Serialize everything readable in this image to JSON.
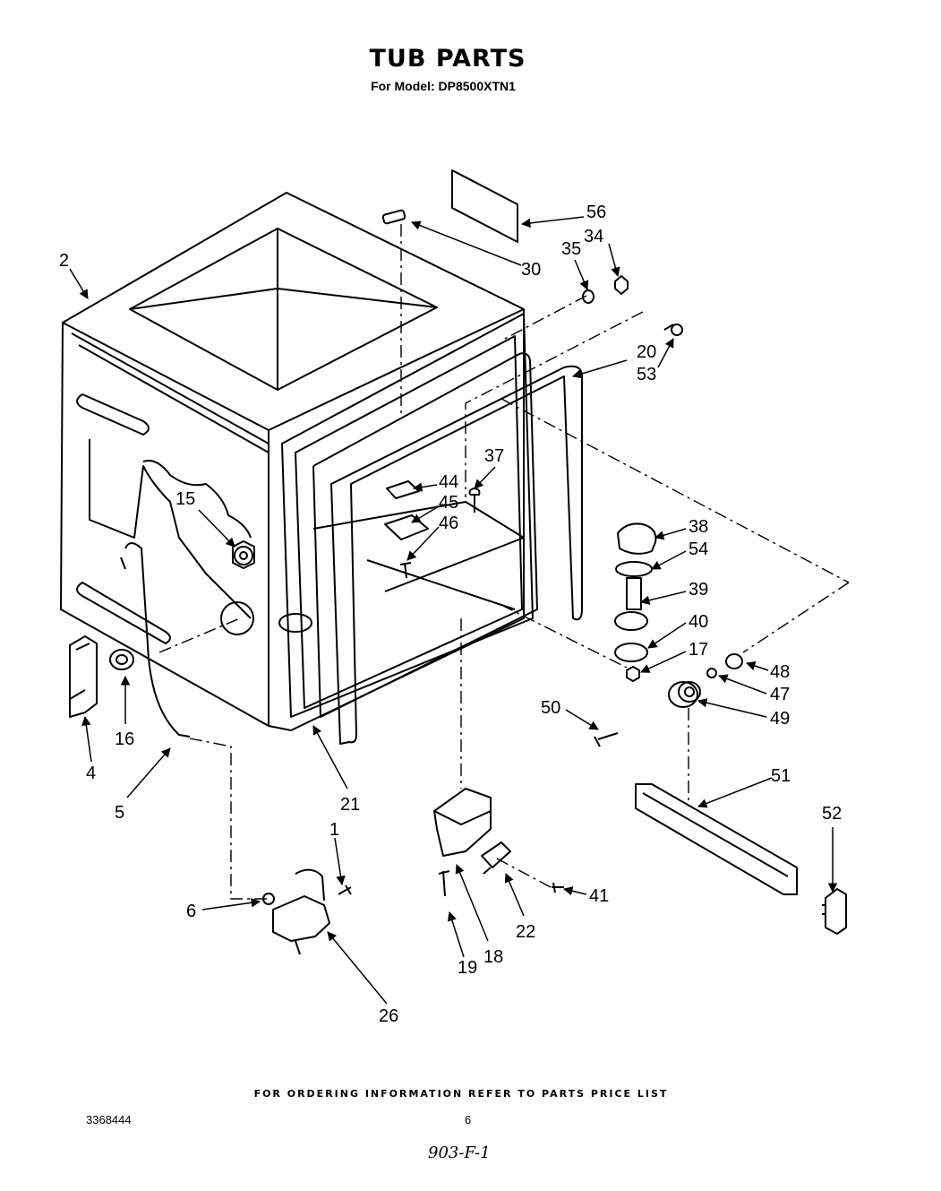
{
  "header": {
    "title": "TUB PARTS",
    "subtitle": "For Model: DP8500XTN1"
  },
  "callouts": {
    "c1": "1",
    "c2": "2",
    "c4": "4",
    "c5": "5",
    "c6": "6",
    "c15": "15",
    "c16": "16",
    "c17": "17",
    "c18": "18",
    "c19": "19",
    "c20": "20",
    "c21": "21",
    "c22": "22",
    "c26": "26",
    "c30": "30",
    "c34": "34",
    "c35": "35",
    "c37": "37",
    "c38": "38",
    "c39": "39",
    "c40": "40",
    "c41": "41",
    "c44": "44",
    "c45": "45",
    "c46": "46",
    "c47": "47",
    "c48": "48",
    "c49": "49",
    "c50": "50",
    "c51": "51",
    "c52": "52",
    "c53": "53",
    "c54": "54",
    "c56": "56"
  },
  "footer": {
    "note": "FOR ORDERING INFORMATION REFER TO PARTS PRICE LIST",
    "doc_number": "3368444",
    "page": "6",
    "handwritten": "903-F-1"
  }
}
